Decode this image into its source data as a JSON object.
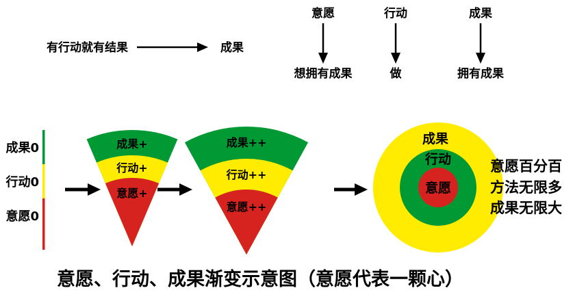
{
  "top_left": {
    "premise": "有行动就有结果",
    "result": "成果"
  },
  "mapping_columns": [
    {
      "header": "意愿",
      "meaning": "想拥有成果"
    },
    {
      "header": "行动",
      "meaning": "做"
    },
    {
      "header": "成果",
      "meaning": "拥有成果"
    }
  ],
  "zero_axis": {
    "labels": [
      {
        "text": "成果0"
      },
      {
        "text": "行动0"
      },
      {
        "text": "意愿0"
      }
    ]
  },
  "wedge_small": {
    "outer": "成果+",
    "middle": "行动+",
    "inner": "意愿+"
  },
  "wedge_large": {
    "outer": "成果++",
    "middle": "行动++",
    "inner": "意愿++"
  },
  "target_circle": {
    "outer": "成果",
    "middle": "行动",
    "inner": "意愿"
  },
  "right_notes": [
    "意愿百分百",
    "方法无限多",
    "成果无限大"
  ],
  "caption": "意愿、行动、成果渐变示意图（意愿代表一颗心）",
  "colors": {
    "green": "#009933",
    "yellow": "#ffec00",
    "red": "#d6231f",
    "ink": "#000000"
  }
}
